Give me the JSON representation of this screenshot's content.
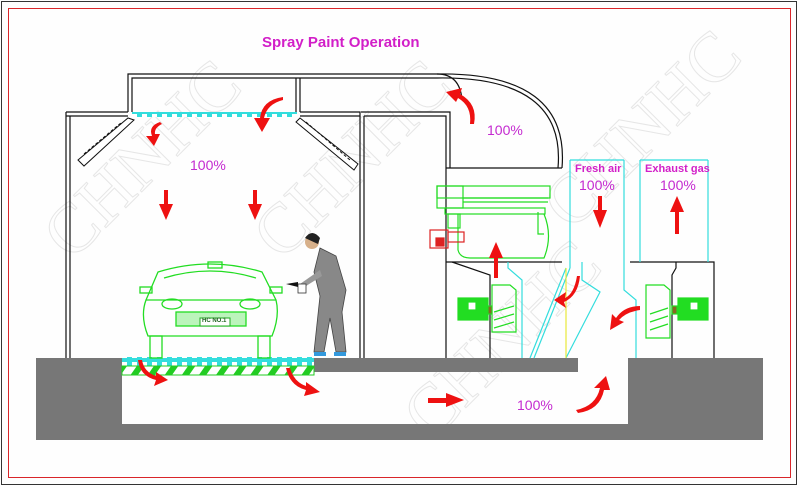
{
  "title": "Spray Paint Operation",
  "watermark": "CHNHC",
  "booth": {
    "ceiling_flow_pct": "100%",
    "plenum_flow_pct": "100%",
    "underfloor_flow_pct": "100%"
  },
  "fresh_air": {
    "label": "Fresh air",
    "pct": "100%",
    "direction": "down"
  },
  "exhaust_gas": {
    "label": "Exhaust gas",
    "pct": "100%",
    "direction": "up"
  },
  "car": {
    "plate": "HC NO.1"
  },
  "colors": {
    "title": "#d21fc8",
    "percent": "#c42ad0",
    "arrow": "#ee1111",
    "equipment": "#22dd22",
    "duct": "#33dddd",
    "concrete": "#777777",
    "frame": "#d9262a"
  }
}
